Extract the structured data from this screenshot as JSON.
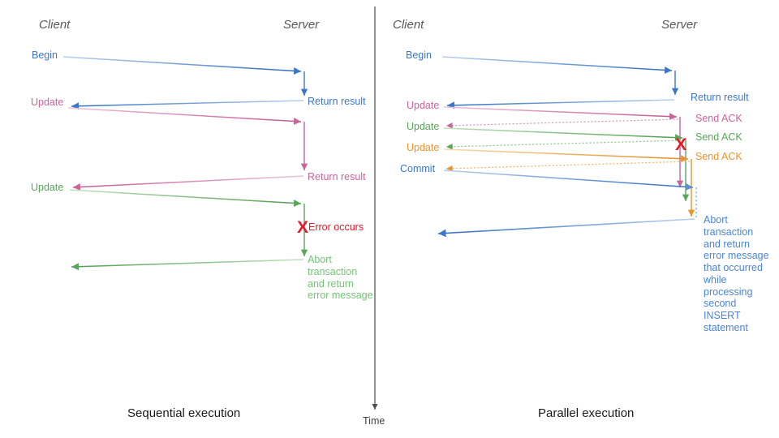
{
  "figure": {
    "background": "#ffffff",
    "time_axis": {
      "label": "Time",
      "color": "#4d4d4d"
    },
    "divider_color": "#4d4d4d"
  },
  "colors": {
    "blue": "#3c78c8",
    "blue_light": "#7fa9dd",
    "pink": "#c9659b",
    "pink_light": "#dda0c0",
    "green": "#5aa55a",
    "green_light": "#96cf96",
    "orange": "#e8952e",
    "orange_light": "#f5bc74",
    "red": "#e8192c",
    "gray": "#595959",
    "black": "#1a1a1a"
  },
  "panels": [
    {
      "id": "sequential",
      "caption": "Sequential execution",
      "actors": {
        "client": "Client",
        "server": "Server"
      },
      "client_messages": [
        {
          "label": "Begin",
          "color_key": "blue"
        },
        {
          "label": "Update",
          "color_key": "pink"
        },
        {
          "label": "Update",
          "color_key": "green"
        }
      ],
      "server_messages": [
        {
          "label": "Return result",
          "color_key": "blue"
        },
        {
          "label": "Return result",
          "color_key": "pink"
        },
        {
          "label": "Abort\ntransaction\nand return\nerror message",
          "color_key": "green"
        }
      ],
      "error_marker": {
        "glyph": "X",
        "label": "Error occurs",
        "color_key": "red"
      }
    },
    {
      "id": "parallel",
      "caption": "Parallel execution",
      "actors": {
        "client": "Client",
        "server": "Server"
      },
      "client_messages": [
        {
          "label": "Begin",
          "color_key": "blue"
        },
        {
          "label": "Update",
          "color_key": "pink"
        },
        {
          "label": "Update",
          "color_key": "green"
        },
        {
          "label": "Update",
          "color_key": "orange"
        },
        {
          "label": "Commit",
          "color_key": "blue"
        }
      ],
      "server_messages": [
        {
          "label": "Return result",
          "color_key": "blue"
        },
        {
          "label": "Send ACK",
          "color_key": "pink"
        },
        {
          "label": "Send ACK",
          "color_key": "green"
        },
        {
          "label": "Send ACK",
          "color_key": "orange"
        },
        {
          "label": "Abort\ntransaction\nand return\nerror message\nthat occurred\nwhile\nprocessing\nsecond\nINSERT\nstatement",
          "color_key": "blue"
        }
      ],
      "error_marker": {
        "glyph": "X",
        "label": "",
        "color_key": "red"
      }
    }
  ]
}
